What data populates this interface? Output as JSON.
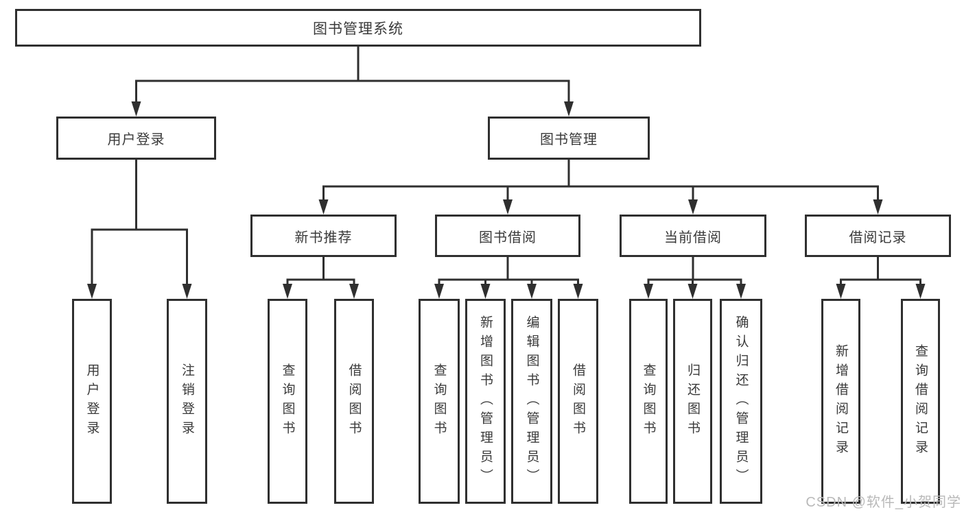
{
  "diagram": {
    "title": "图书管理系统",
    "root": {
      "label": "图书管理系统"
    },
    "level2": [
      {
        "label": "用户登录"
      },
      {
        "label": "图书管理"
      }
    ],
    "level3": [
      {
        "label": "新书推荐"
      },
      {
        "label": "图书借阅"
      },
      {
        "label": "当前借阅"
      },
      {
        "label": "借阅记录"
      }
    ],
    "leaves": [
      {
        "group": "用户登录",
        "label": "用户登录"
      },
      {
        "group": "用户登录",
        "label": "注销登录"
      },
      {
        "group": "新书推荐",
        "label": "查询图书"
      },
      {
        "group": "新书推荐",
        "label": "借阅图书"
      },
      {
        "group": "图书借阅",
        "label": "查询图书"
      },
      {
        "group": "图书借阅",
        "label": "新增图书（管理员）"
      },
      {
        "group": "图书借阅",
        "label": "编辑图书（管理员）"
      },
      {
        "group": "图书借阅",
        "label": "借阅图书"
      },
      {
        "group": "当前借阅",
        "label": "查询图书"
      },
      {
        "group": "当前借阅",
        "label": "归还图书"
      },
      {
        "group": "当前借阅",
        "label": "确认归还（管理员）"
      },
      {
        "group": "借阅记录",
        "label": "新增借阅记录"
      },
      {
        "group": "借阅记录",
        "label": "查询借阅记录"
      }
    ]
  },
  "watermark": {
    "text": "CSDN @软件_小贺同学"
  },
  "colors": {
    "line": "#2f2f2f",
    "text": "#3a3a3a",
    "watermark": "#b9b9b9",
    "background": "#ffffff"
  }
}
